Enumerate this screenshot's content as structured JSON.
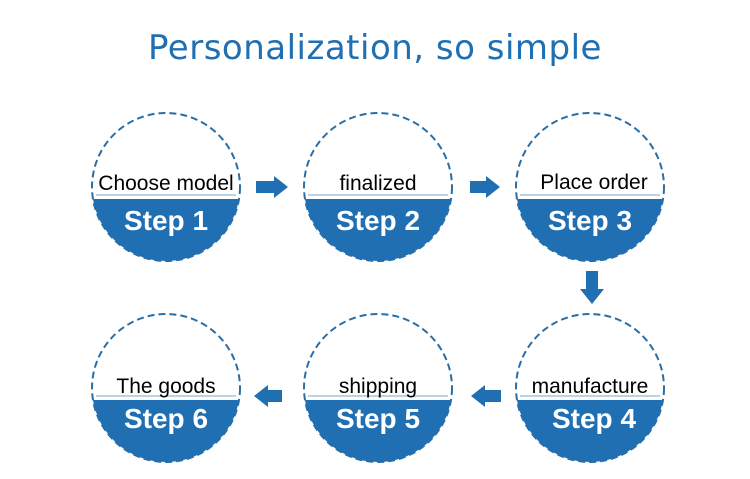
{
  "title": "Personalization, so simple",
  "steps": [
    {
      "label": "Choose model",
      "step": "Step 1"
    },
    {
      "label": "finalized",
      "step": "Step 2"
    },
    {
      "label": "Place order",
      "step": "Step 3"
    },
    {
      "label": "manufacture",
      "step": "Step 4"
    },
    {
      "label": "shipping",
      "step": "Step 5"
    },
    {
      "label": "The goods",
      "step": "Step 6"
    }
  ],
  "colors": {
    "accent": "#1f6fb2",
    "dashed_border": "#2a6ea6"
  },
  "arrows": [
    {
      "name": "arrow-right-icon",
      "from": "Step 1",
      "to": "Step 2"
    },
    {
      "name": "arrow-right-icon",
      "from": "Step 2",
      "to": "Step 3"
    },
    {
      "name": "arrow-down-icon",
      "from": "Step 3",
      "to": "Step 4"
    },
    {
      "name": "arrow-left-icon",
      "from": "Step 4",
      "to": "Step 5"
    },
    {
      "name": "arrow-left-icon",
      "from": "Step 5",
      "to": "Step 6"
    }
  ]
}
